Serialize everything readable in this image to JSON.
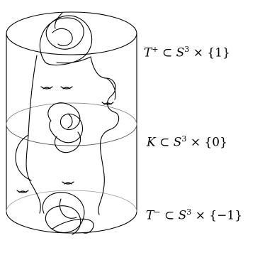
{
  "labels": {
    "top": {
      "knot": "T",
      "sign": "+",
      "subset": "⊂",
      "space": "S",
      "power": "3",
      "times": "×",
      "set": "{1}"
    },
    "middle": {
      "knot": "K",
      "sign": "",
      "subset": "⊂",
      "space": "S",
      "power": "3",
      "times": "×",
      "set": "{0}"
    },
    "bottom": {
      "knot": "T",
      "sign": "−",
      "subset": "⊂",
      "space": "S",
      "power": "3",
      "times": "×",
      "set": "{−1}"
    }
  },
  "colors": {
    "stroke": "#000000",
    "slice_stroke": "#555555",
    "background": "#ffffff"
  }
}
